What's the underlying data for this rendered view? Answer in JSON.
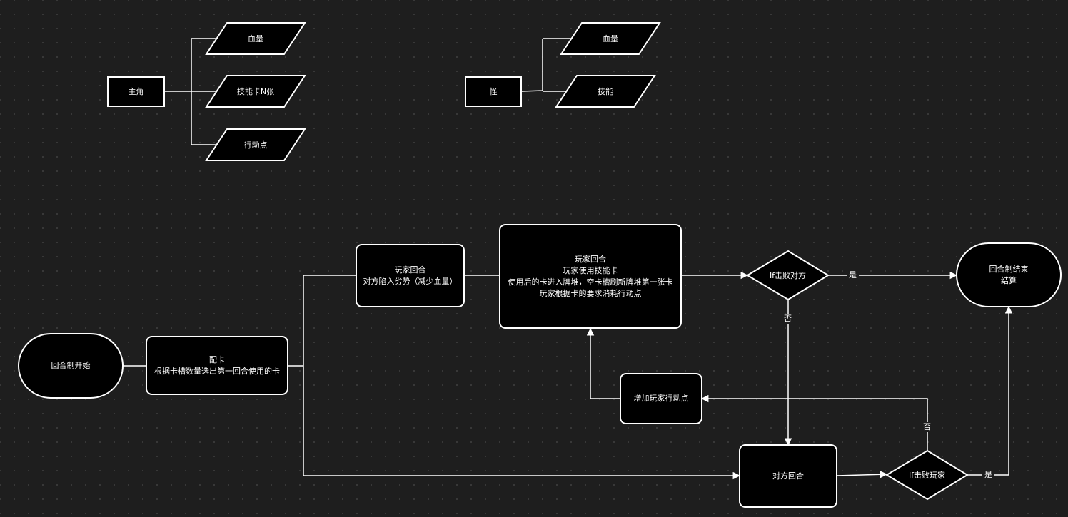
{
  "diagram": {
    "legend": {
      "hero": {
        "name": "主角",
        "attributes": [
          "血量",
          "技能卡N张",
          "行动点"
        ]
      },
      "monster": {
        "name": "怪",
        "attributes": [
          "血量",
          "技能"
        ]
      }
    },
    "flow": {
      "start": "回合制开始",
      "setup": "配卡\n根据卡槽数量选出第一回合使用的卡",
      "player_turn": "玩家回合\n对方陷入劣势（减少血量）",
      "player_use_card": "玩家回合\n玩家使用技能卡\n使用后的卡进入牌堆，空卡槽刷新牌堆第一张卡\n玩家根据卡的要求消耗行动点",
      "check_defeat_enemy": "If击败对方",
      "end": "回合制结束\n结算",
      "add_action_points": "增加玩家行动点",
      "enemy_turn": "对方回合",
      "check_defeat_player": "If击败玩家"
    },
    "edge_labels": {
      "yes_1": "是",
      "no_1": "否",
      "no_2": "否",
      "yes_2": "是"
    },
    "colors": {
      "background": "#1e1e1e",
      "node_fill": "#000000",
      "stroke": "#ffffff"
    }
  }
}
